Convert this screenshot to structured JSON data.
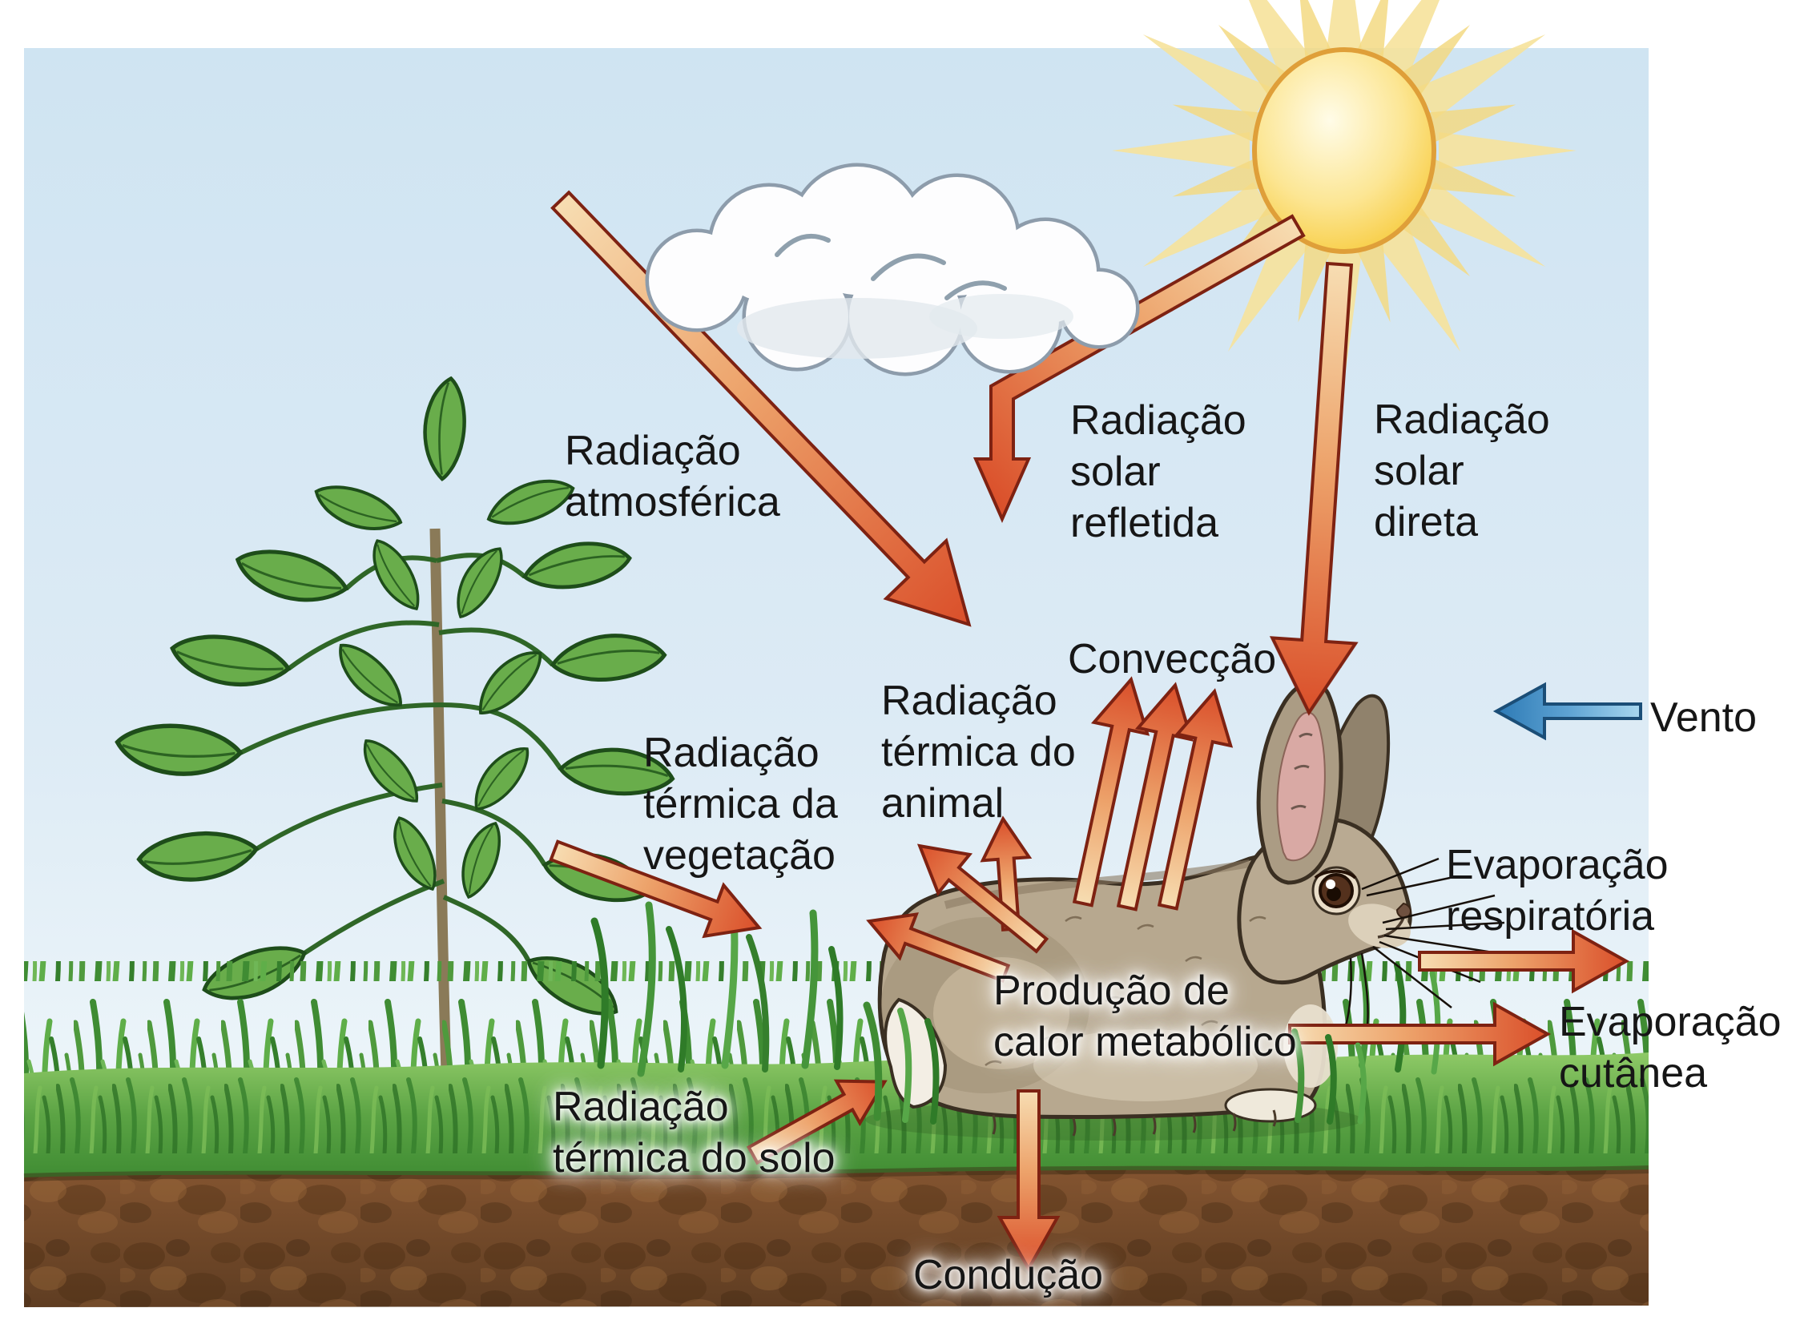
{
  "labels": {
    "atmospheric": "Radiação\natmosférica",
    "reflected": "Radiação\nsolar\nrefletida",
    "direct": "Radiação\nsolar\ndireta",
    "convection": "Convecção",
    "animal_thermal": "Radiação\ntérmica do\nanimal",
    "vegetation_thermal": "Radiação\ntérmica da\nvegetação",
    "wind": "Vento",
    "respiratory_evaporation": "Evaporação\nrespiratória",
    "cutaneous_evaporation": "Evaporação\ncutânea",
    "metabolic_heat": "Produção de\ncalor metabólico",
    "soil_thermal": "Radiação\ntérmica do solo",
    "conduction": "Condução"
  },
  "icons": {
    "sun": "sun-icon",
    "cloud": "cloud-icon",
    "plant": "plant-icon",
    "rabbit": "rabbit-icon",
    "grass": "grass-icon",
    "soil": "soil-icon",
    "heat_arrow": "orange-heat-flux-arrow",
    "wind_arrow": "blue-wind-arrow"
  },
  "colors": {
    "sky_top": "#cfe4f2",
    "sky_bottom": "#f5fafc",
    "sun_core": "#fffce8",
    "sun_edge": "#f8cf4a",
    "sun_rays": "#f6e29b",
    "heat_arrow_tail": "#f7ddb2",
    "heat_arrow_head": "#da4f2a",
    "heat_arrow_outline": "#7e2212",
    "wind_arrow_light": "#a8d7ef",
    "wind_arrow_dark": "#2d7ab5",
    "wind_arrow_outline": "#1b4e77",
    "grass_light": "#8fca67",
    "grass_dark": "#3f8c33",
    "soil_light": "#8a5a33",
    "soil_dark": "#5f3d22",
    "cloud_outline": "#8d9cab",
    "label_text": "#161616"
  }
}
